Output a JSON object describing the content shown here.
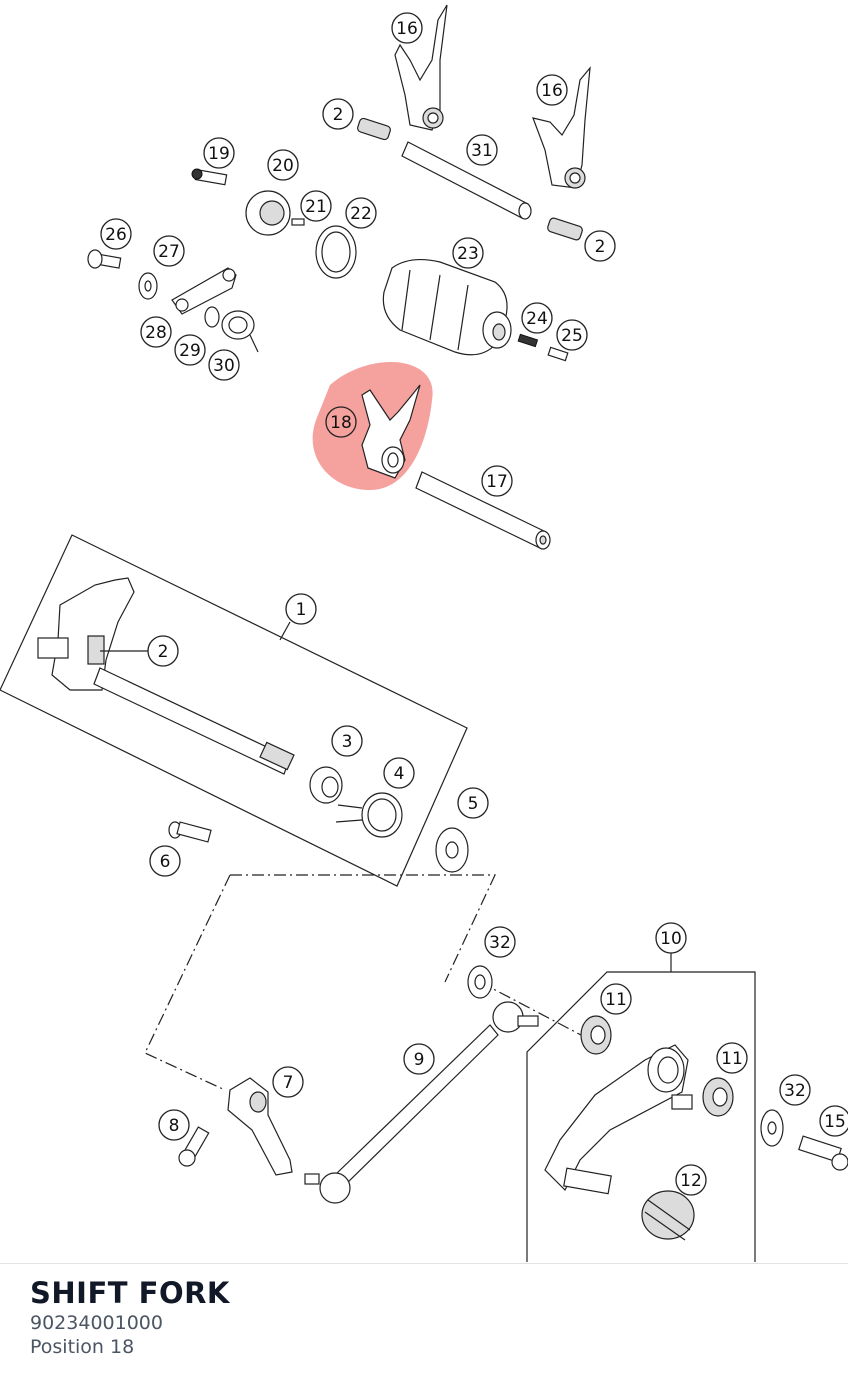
{
  "highlight": {
    "position": "18",
    "color": "#f28b87"
  },
  "callouts": [
    {
      "label": "16"
    },
    {
      "label": "16"
    },
    {
      "label": "2"
    },
    {
      "label": "31"
    },
    {
      "label": "2"
    },
    {
      "label": "19"
    },
    {
      "label": "20"
    },
    {
      "label": "21"
    },
    {
      "label": "22"
    },
    {
      "label": "26"
    },
    {
      "label": "27"
    },
    {
      "label": "23"
    },
    {
      "label": "24"
    },
    {
      "label": "25"
    },
    {
      "label": "28"
    },
    {
      "label": "29"
    },
    {
      "label": "30"
    },
    {
      "label": "18"
    },
    {
      "label": "17"
    },
    {
      "label": "1"
    },
    {
      "label": "2"
    },
    {
      "label": "3"
    },
    {
      "label": "4"
    },
    {
      "label": "5"
    },
    {
      "label": "6"
    },
    {
      "label": "32"
    },
    {
      "label": "10"
    },
    {
      "label": "11"
    },
    {
      "label": "11"
    },
    {
      "label": "9"
    },
    {
      "label": "7"
    },
    {
      "label": "32"
    },
    {
      "label": "15"
    },
    {
      "label": "8"
    },
    {
      "label": "12"
    }
  ],
  "part_info": {
    "name": "SHIFT FORK",
    "number": "90234001000",
    "position_text": "Position 18"
  }
}
